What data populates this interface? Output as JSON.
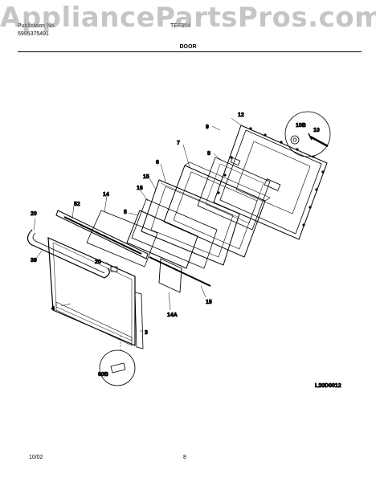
{
  "watermark": "AppliancePartsPros.com",
  "header": {
    "publication_label": "Publication No.",
    "publication_number": "5995375491",
    "model": "TEF354",
    "section_title": "DOOR"
  },
  "callouts": {
    "c12": "12",
    "c9": "9",
    "c10B": "10B",
    "c10": "10",
    "c7": "7",
    "c8": "8",
    "c6": "6",
    "c15a": "15",
    "c16": "16",
    "c14": "14",
    "c52": "52",
    "c5": "5",
    "c20a": "20",
    "c39": "39",
    "c20b": "20",
    "c14A": "14A",
    "c15b": "15",
    "c4": "4",
    "c3": "3",
    "c60B": "60B"
  },
  "diagram_code": "L20D0012",
  "footer": {
    "date": "10/02",
    "page": "8"
  }
}
